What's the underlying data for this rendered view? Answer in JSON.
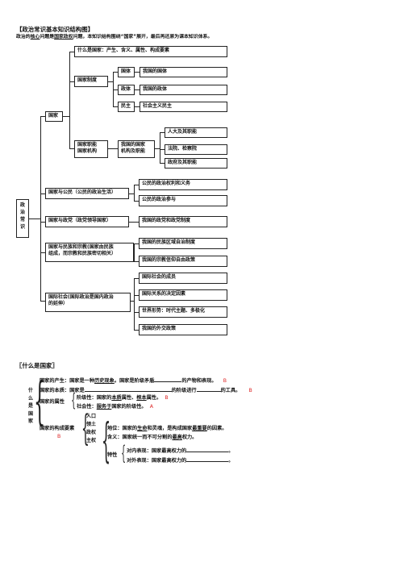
{
  "section1": {
    "title": "【政治常识基本知识结构图】",
    "intro": {
      "p1": "政治的",
      "k1": "核心",
      "p2": "问题是",
      "k2": "国家政权",
      "p3": "问题，本知识结构围绕“国家”展开，最后再还原为课本知识体系。"
    }
  },
  "tree": {
    "root": "政治常识",
    "guojia": "国家",
    "what_is": "什么是国家：产生、含义、属性、构成要素",
    "zhidu": "国家制度",
    "guoti": "国体",
    "guoti_r": "我国的国体",
    "zhengti": "政体",
    "zhengti_r": "我国的政体",
    "minzhu": "民主",
    "minzhu_r": "社会主义民主",
    "jigou_1": "国家职能",
    "jigou_2": "国家机构",
    "mine_1": "我国的国家",
    "mine_2": "机构及职能",
    "rd": "人大及其职能",
    "fy": "法院、检察院",
    "zf": "政府及其职能",
    "gm": "国家与公民（公民的政治生活）",
    "gm_r1": "公民的政治权利和义务",
    "gm_r2": "公民的政治参与",
    "zd": "国家与政党（政党领导国家）",
    "zd_r": "我国的政党和政党制度",
    "mz_1": "国家与民族和宗教(国家由民族",
    "mz_2": "组成，而宗教和民族密切相关）",
    "mz_r1": "我国的民族区域自治制度",
    "mz_r2": "我国的宗教信仰自由政策",
    "gj_1": "国际社会(国际政治是国内政治",
    "gj_2": "的延伸）",
    "gj_r1": "国际社会的成员",
    "gj_r2": "国际关系的决定因素",
    "gj_r3": "世界形势：时代主题、多极化",
    "gj_r4": "我国的外交政策"
  },
  "section2": {
    "title": "〖什么是国家〗",
    "vert": [
      "什",
      "么",
      "是",
      "国",
      "家"
    ],
    "l1": {
      "a": "国家的产生：国家是一种",
      "b": "历史现象",
      "c": "。国家是阶级矛盾",
      "d": "的产物和表现。",
      "mark": "B"
    },
    "l2": {
      "a": "国家的本质：国家是",
      "b": "的阶级进行",
      "c": "的工具。",
      "mark": "B"
    },
    "shuxing": "国家的属性",
    "jjx": {
      "a": "阶级性：国家的",
      "b": "本质",
      "c": "属性、",
      "d": "根本",
      "e": "属性。",
      "mark": "B"
    },
    "shx": {
      "a": "社会性：",
      "b": "服务于",
      "c": "国家的阶级性。",
      "mark": "A"
    },
    "goucheng": "国家的构成要素",
    "goucheng_mark": "B",
    "ys": [
      "人口",
      "领土",
      "政权",
      "主权"
    ],
    "dw": {
      "a": "地位：国家的",
      "b": "生命",
      "c": "和灵魂，是构成国家",
      "d": "最重要",
      "e": "的因素。"
    },
    "hy": {
      "a": "含义：国家统一而不可分割的",
      "b": "最高",
      "c": "权力。"
    },
    "tx": "特性",
    "dn": "对内表现：国家最高权力的",
    "dw2": "对外表现：国家最高权力的",
    "end": "。"
  }
}
